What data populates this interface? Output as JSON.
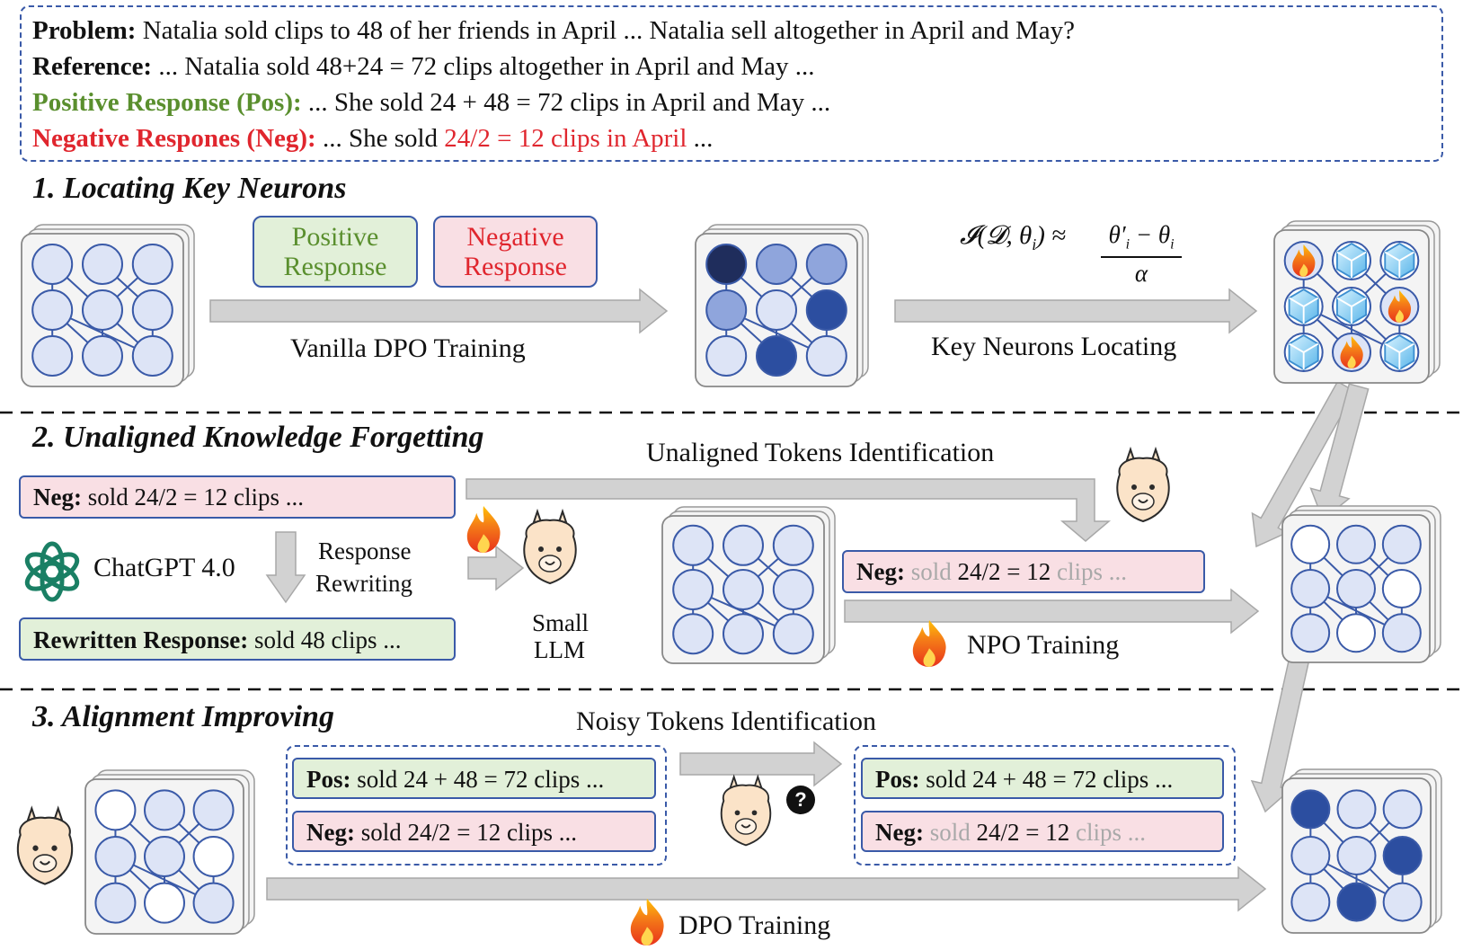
{
  "problem": {
    "problem_label": "Problem:",
    "problem_text": "Natalia sold clips to 48 of her friends in April ... Natalia sell altogether in April and May?",
    "reference_label": "Reference:",
    "reference_text": "... Natalia sold 48+24 = 72 clips altogether in April and May ...",
    "pos_label": "Positive Response (Pos):",
    "pos_text": "... She sold 24 + 48 = 72 clips in April and May ...",
    "neg_label": "Negative Respones (Neg):",
    "neg_text_pre": "... She sold ",
    "neg_text_red": "24/2 = 12 clips in April",
    "neg_text_post": " ..."
  },
  "stage1": {
    "title": "1. Locating Key Neurons",
    "positive_response": "Positive Response",
    "negative_response": "Negative Response",
    "arrow1_label": "Vanilla DPO Training",
    "arrow2_label": "Key Neurons Locating"
  },
  "stage2": {
    "title": "2. Unaligned Knowledge Forgetting",
    "neg_label": "Neg:",
    "neg_text": "sold 24/2 = 12 clips ...",
    "chatgpt": "ChatGPT 4.0",
    "rewriting_1": "Response",
    "rewriting_2": "Rewriting",
    "rewritten_label": "Rewritten Response:",
    "rewritten_text": "sold 48 clips ...",
    "small_llm_1": "Small",
    "small_llm_2": "LLM",
    "identification": "Unaligned Tokens Identification",
    "neg2_label": "Neg:",
    "neg2_gray1": "sold",
    "neg2_mid": "24/2 = 12",
    "neg2_gray2": "clips ...",
    "npo": "NPO Training"
  },
  "stage3": {
    "title": "3. Alignment Improving",
    "identification": "Noisy Tokens Identification",
    "pos_label": "Pos:",
    "pos_text": "sold 24 + 48 = 72 clips ...",
    "neg_label": "Neg:",
    "neg_text": "sold 24/2 = 12 clips ...",
    "pos2_label": "Pos:",
    "pos2_text": "sold 24 + 48 = 72 clips ...",
    "neg2_label": "Neg:",
    "neg2_gray1": "sold",
    "neg2_mid": "24/2 = 12",
    "neg2_gray2": "clips ...",
    "dpo": "DPO Training",
    "question_mark": "?"
  },
  "colors": {
    "node_fill": "#dde4f6",
    "node_stroke": "#3a5aa8",
    "dark_navy": "#1f2d5c",
    "medium_blue": "#2c4ea0",
    "light_blue": "#8fa5dc",
    "arrow_gray": "#d2d2d2",
    "green_text": "#5a8f2e",
    "red_text": "#e0262e"
  },
  "networks": [
    {
      "name": "network-initial",
      "fills": [
        "l",
        "l",
        "l",
        "l",
        "l",
        "l",
        "l",
        "l",
        "l"
      ]
    },
    {
      "name": "network-after-dpo",
      "fills": [
        "d",
        "m",
        "m",
        "m",
        "l",
        "b",
        "l",
        "b",
        "l"
      ]
    },
    {
      "name": "network-key-neurons",
      "fills": [
        "fire",
        "ice",
        "ice",
        "ice",
        "ice",
        "fire",
        "ice",
        "fire",
        "ice"
      ]
    },
    {
      "name": "network-stage2-small",
      "fills": [
        "l",
        "l",
        "l",
        "l",
        "l",
        "l",
        "l",
        "l",
        "l"
      ]
    },
    {
      "name": "network-after-npo",
      "fills": [
        "w",
        "l",
        "l",
        "l",
        "l",
        "w",
        "l",
        "w",
        "l"
      ]
    },
    {
      "name": "network-stage3-start",
      "fills": [
        "w",
        "l",
        "l",
        "l",
        "l",
        "w",
        "l",
        "w",
        "l"
      ]
    },
    {
      "name": "network-final",
      "fills": [
        "b",
        "l",
        "l",
        "l",
        "l",
        "b",
        "l",
        "b",
        "l"
      ]
    }
  ],
  "icons": [
    "fire-icon",
    "ice-cube-icon",
    "alpaca-icon",
    "chatgpt-logo-icon",
    "question-icon"
  ]
}
